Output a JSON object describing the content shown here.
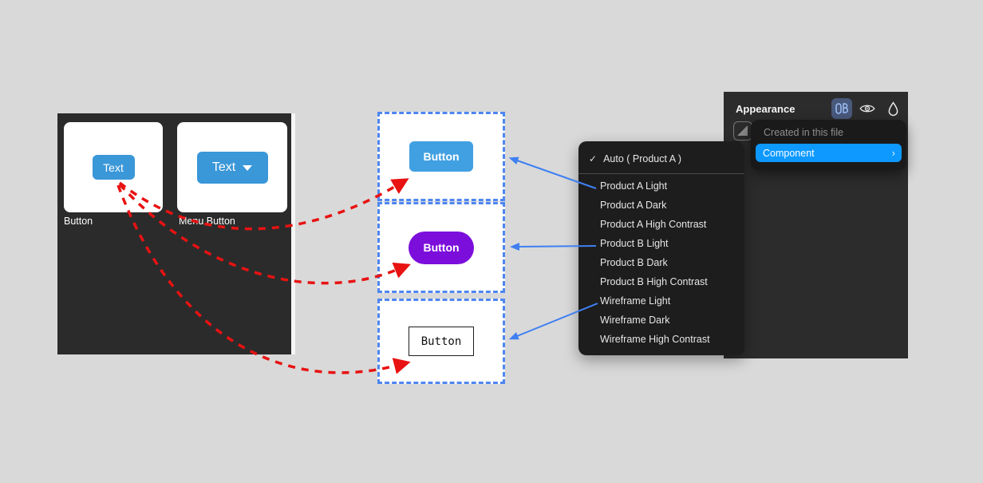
{
  "colors": {
    "product_a_blue": "#3a97d8",
    "preview_a_blue": "#41a0e2",
    "product_b_purple": "#7c0edb",
    "figma_blue": "#0d99ff",
    "arrow_red": "#e81212",
    "arrow_blue": "#3f7ff2",
    "box_border_blue": "#4f86f0",
    "icon_active_bg": "#49597c",
    "icon_active_stroke": "#9cc0f7"
  },
  "left_panel": {
    "cards": [
      {
        "button_label": "Text",
        "caption": "Button"
      },
      {
        "button_label": "Text",
        "caption": "Menu Button"
      }
    ]
  },
  "preview_boxes": [
    {
      "label": "Button"
    },
    {
      "label": "Button"
    },
    {
      "label": "Button"
    }
  ],
  "theme_menu": {
    "checkmark": "✓",
    "selected_label": "Auto ( Product A )",
    "items": [
      "Product A Light",
      "Product A Dark",
      "Product A High Contrast",
      "Product B Light",
      "Product B Dark",
      "Product B High Contrast",
      "Wireframe Light",
      "Wireframe Dark",
      "Wireframe High Contrast"
    ]
  },
  "appearance_panel": {
    "title": "Appearance",
    "popup": {
      "header": "Created in this file",
      "item_label": "Component",
      "chevron": "›"
    }
  }
}
